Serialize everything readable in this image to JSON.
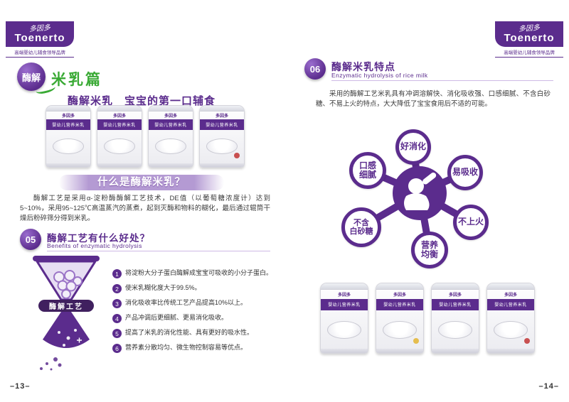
{
  "brand": {
    "script": "多因多",
    "name": "Toenerto",
    "tagline": "高端婴幼儿辅食领导品牌"
  },
  "colors": {
    "purple": "#5b2c8d",
    "green": "#3aaa35"
  },
  "page_left": {
    "badge": "酶解",
    "series_title": "米乳篇",
    "hero": "酶解米乳　宝宝的第一口辅食",
    "what_is_title": "什么是酶解米乳？",
    "what_is_body": "酶解工艺是采用α-淀粉酶酶解工艺技术，DE值（以葡萄糖浓度计）达到5~10%，采用95~125℃高温蒸汽的蒸煮，起到灭酶和物料的糊化，最后通过辊筒干燥后粉碎筛分得到米乳。",
    "section": {
      "number": "05",
      "title": "酶解工艺有什么好处？",
      "subtitle": "Benefits of enzymatic hydrolysis"
    },
    "hourglass_label": "酶解工艺",
    "benefits": [
      {
        "n": "1",
        "text": "将淀粉大分子蛋白酶解成宝宝可吸收的小分子蛋白。"
      },
      {
        "n": "2",
        "text": "使米乳糊化度大于99.5%。"
      },
      {
        "n": "3",
        "text": "消化吸收率比传统工艺产品提高10%以上。"
      },
      {
        "n": "4",
        "text": "产品冲调后更细腻、更易消化吸收。"
      },
      {
        "n": "5",
        "text": "提高了米乳的消化性能、具有更好的吸水性。"
      },
      {
        "n": "6",
        "text": "营养素分散均匀、微生物控制容易等优点。"
      }
    ],
    "page_number": "–13–"
  },
  "page_right": {
    "section": {
      "number": "06",
      "title": "酶解米乳特点",
      "subtitle": "Enzymatic hydrolysis of rice milk"
    },
    "body": "采用的酶解工艺米乳具有冲调溶解快、消化吸收强、口感细腻、不含白砂糖、不易上火的特点，大大降低了宝宝食用后不适的可能。",
    "features": [
      "好消化",
      "易吸收",
      "不上火",
      "营养\n均衡",
      "不含\n白砂糖",
      "口感\n细腻"
    ],
    "page_number": "–14–"
  },
  "product": {
    "brand": "多因多",
    "label": "婴幼儿营养米乳"
  }
}
